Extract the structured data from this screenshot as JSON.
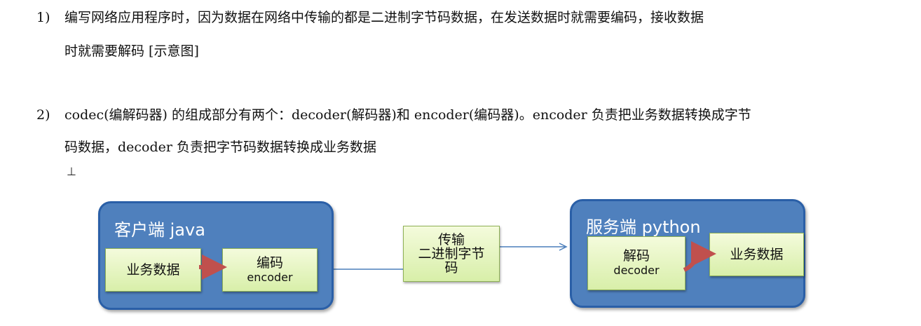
{
  "items": [
    {
      "number": "1)",
      "lines": [
        "编写网络应用程序时，因为数据在网络中传输的都是二进制字节码数据，在发送数据时就需要编码，接收数据",
        "时就需要解码 [示意图]"
      ]
    },
    {
      "number": "2)",
      "lines": [
        "codec(编解码器) 的组成部分有两个：decoder(解码器)和 encoder(编码器)。encoder 负责把业务数据转换成字节",
        "码数据，decoder 负责把字节码数据转换成业务数据"
      ]
    }
  ],
  "cursor_glyph": "⊥",
  "diagram": {
    "client": {
      "title": "客户端 java",
      "business_data": "业务数据",
      "encoder_title": "编码",
      "encoder_sub": "encoder"
    },
    "transport": {
      "line1": "传输",
      "line2": "二进制字节",
      "line3": "码"
    },
    "server": {
      "title": "服务端 python",
      "decoder_title": "解码",
      "decoder_sub": "decoder",
      "business_data": "业务数据"
    },
    "colors": {
      "panel_fill": "#4f80bd",
      "panel_border": "#2a5fa7",
      "box_fill": "#e6f5c4",
      "arrow_red": "#c0504d",
      "connector_blue": "#4a7ebb"
    }
  }
}
